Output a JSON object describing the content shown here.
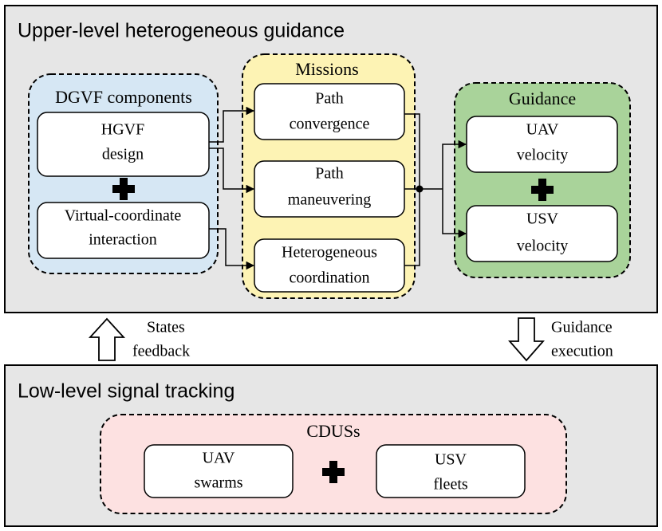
{
  "upper_panel": {
    "title": "Upper-level heterogeneous guidance",
    "dgvf": {
      "title": "DGVF components",
      "boxes": [
        {
          "lines": [
            "HGVF",
            "design"
          ]
        },
        {
          "lines": [
            "Virtual-coordinate",
            "interaction"
          ]
        }
      ]
    },
    "missions": {
      "title": "Missions",
      "boxes": [
        {
          "lines": [
            "Path",
            "convergence"
          ]
        },
        {
          "lines": [
            "Path",
            "maneuvering"
          ]
        },
        {
          "lines": [
            "Heterogeneous",
            "coordination"
          ]
        }
      ]
    },
    "guidance": {
      "title": "Guidance",
      "boxes": [
        {
          "lines": [
            "UAV",
            "velocity"
          ]
        },
        {
          "lines": [
            "USV",
            "velocity"
          ]
        }
      ]
    }
  },
  "arrows": {
    "up": {
      "lines": [
        "States",
        "feedback"
      ]
    },
    "down": {
      "lines": [
        "Guidance",
        "execution"
      ]
    }
  },
  "lower_panel": {
    "title": "Low-level signal tracking",
    "cduss": {
      "title": "CDUSs",
      "boxes": [
        {
          "lines": [
            "UAV",
            "swarms"
          ]
        },
        {
          "lines": [
            "USV",
            "fleets"
          ]
        }
      ]
    }
  },
  "colors": {
    "panel_bg": "#e6e6e6",
    "dgvf_bg": "#d6e7f4",
    "missions_bg": "#fdf3b4",
    "guidance_bg": "#a9d39a",
    "cduss_bg": "#fde1e1",
    "box_bg": "#ffffff",
    "stroke": "#000000"
  }
}
